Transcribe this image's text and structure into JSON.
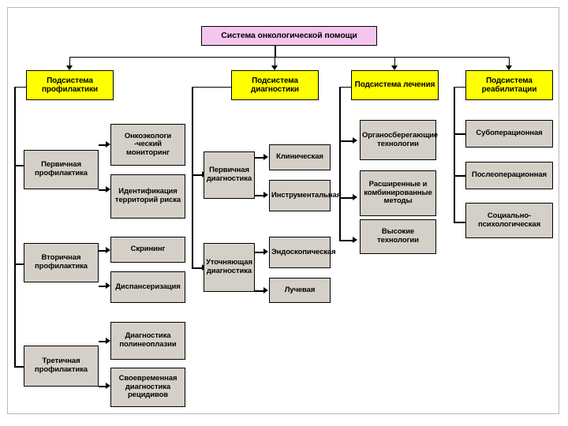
{
  "diagram": {
    "title": "Система онкологической помощи",
    "subsystems": [
      {
        "id": "profilaktika",
        "label": "Подсистема профилактики"
      },
      {
        "id": "diagnostika",
        "label": "Подсистема диагностики"
      },
      {
        "id": "lechenie",
        "label": "Подсистема лечения"
      },
      {
        "id": "reabilitaciya",
        "label": "Подсистема реабилитации"
      }
    ],
    "prevention": {
      "branches": [
        {
          "label": "Первичная профилактика",
          "children": [
            "Онкоэкологи -ческий мониторинг",
            "Идентификация территорий риска"
          ]
        },
        {
          "label": "Вторичная профилактика",
          "children": [
            "Скрининг",
            "Диспансеризация"
          ]
        },
        {
          "label": "Третичная профилактика",
          "children": [
            "Диагностика полинеоплазии",
            "Своевременная диагностика рецидивов"
          ]
        }
      ]
    },
    "diagnostics": {
      "branches": [
        {
          "label": "Первичная диагностика",
          "children": [
            "Клиническая",
            "Инструментальная"
          ]
        },
        {
          "label": "Уточняющая диагностика",
          "children": [
            "Эндоскопическая",
            "Лучевая"
          ]
        }
      ]
    },
    "treatment": {
      "items": [
        "Органосберегающие технологии",
        "Расширенные и комбинированные методы",
        "Высокие технологии"
      ]
    },
    "rehabilitation": {
      "items": [
        "Субоперационная",
        "Послеоперационная",
        "Социально-психологическая"
      ]
    },
    "colors": {
      "title_fill": "#f4c6ee",
      "subsystem_fill": "#ffff00",
      "leaf_fill": "#d4d0c8",
      "stroke": "#000000",
      "page_frame": "#b9b9b9"
    }
  }
}
